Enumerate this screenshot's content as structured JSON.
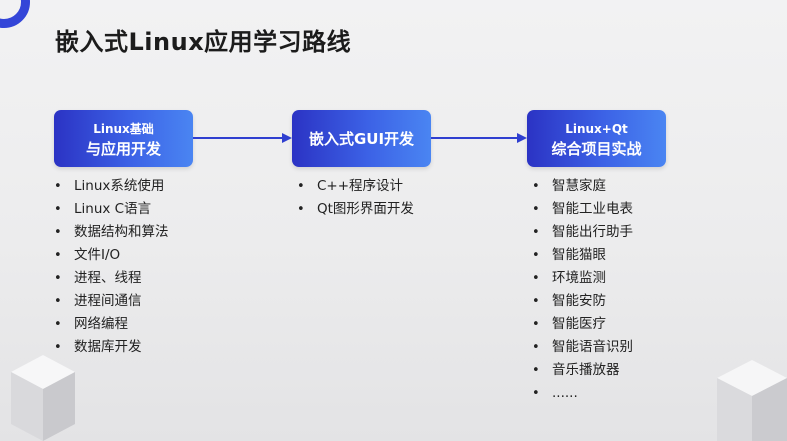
{
  "title": "嵌入式Linux应用学习路线",
  "stages": [
    {
      "lines": [
        "Linux基础",
        "与应用开发"
      ],
      "items": [
        "Linux系统使用",
        "Linux C语言",
        "数据结构和算法",
        "文件I/O",
        "进程、线程",
        "进程间通信",
        "网络编程",
        "数据库开发"
      ]
    },
    {
      "lines": [
        "嵌入式GUI开发"
      ],
      "items": [
        "C++程序设计",
        "Qt图形界面开发"
      ]
    },
    {
      "lines": [
        "Linux+Qt",
        "综合项目实战"
      ],
      "items": [
        "智慧家庭",
        "智能工业电表",
        "智能出行助手",
        "智能猫眼",
        "环境监测",
        "智能安防",
        "智能医疗",
        "智能语音识别",
        "音乐播放器",
        "......"
      ]
    }
  ],
  "colors": {
    "box_start": "#2b33c4",
    "box_end": "#4a85f2",
    "arrow": "#2f3fd0",
    "ring": "#3446d8"
  }
}
